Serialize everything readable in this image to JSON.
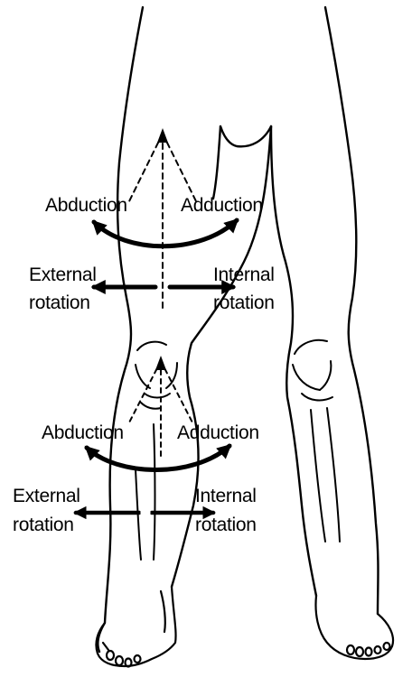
{
  "colors": {
    "ink": "#000000",
    "paper": "#ffffff"
  },
  "upper": {
    "abduction": "Abduction",
    "adduction": "Adduction",
    "external_1": "External",
    "external_2": "rotation",
    "internal_1": "Internal",
    "internal_2": "rotation"
  },
  "lower": {
    "abduction": "Abduction",
    "adduction": "Adduction",
    "external_1": "External",
    "external_2": "rotation",
    "internal_1": "Internal",
    "internal_2": "rotation"
  }
}
